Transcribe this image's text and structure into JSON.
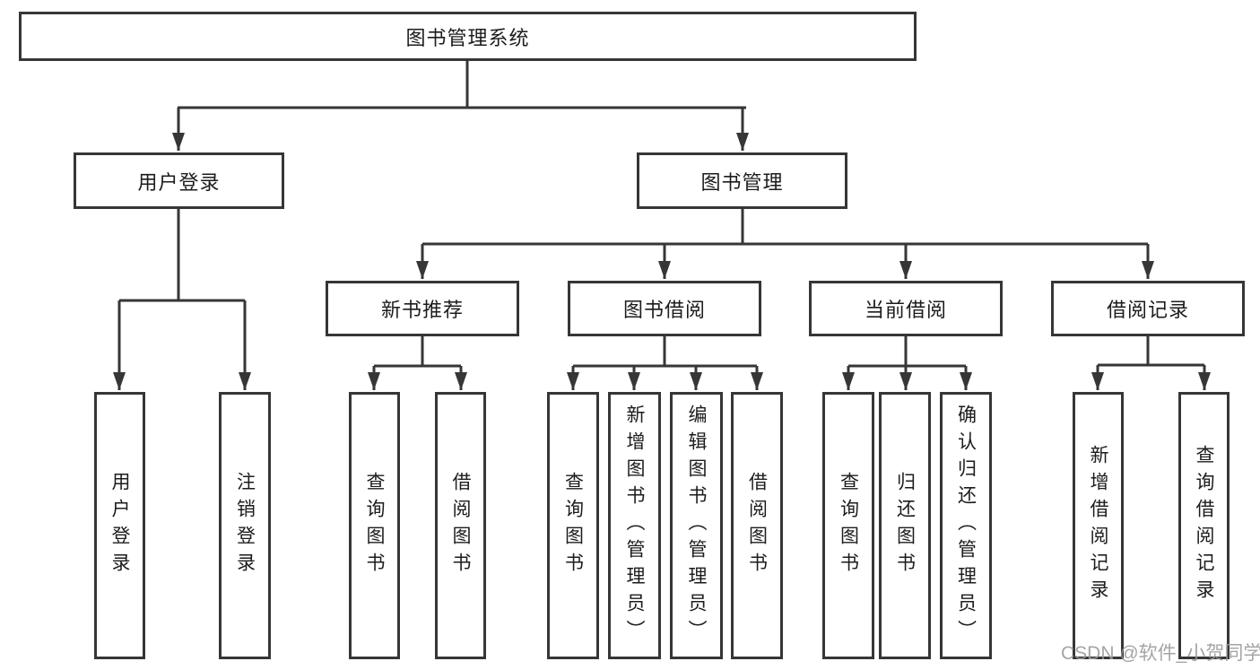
{
  "diagram": {
    "root": {
      "label": "图书管理系统"
    },
    "level2": [
      "用户登录",
      "图书管理"
    ],
    "level3": [
      "新书推荐",
      "图书借阅",
      "当前借阅",
      "借阅记录"
    ],
    "leaves": {
      "login": [
        "用户登录",
        "注销登录"
      ],
      "recommend": [
        "查询图书",
        "借阅图书"
      ],
      "borrow": [
        "查询图书",
        "新增图书（管理员）",
        "编辑图书（管理员）",
        "借阅图书"
      ],
      "current": [
        "查询图书",
        "归还图书",
        "确认归还（管理员）"
      ],
      "records": [
        "新增借阅记录",
        "查询借阅记录"
      ]
    }
  },
  "watermark": {
    "text": "CSDN @软件_小贺同学"
  },
  "colors": {
    "line": "#363636",
    "box_border": "#363636",
    "text": "#1c1c1c",
    "background": "#ffffff",
    "watermark": "#9b9b9b"
  }
}
